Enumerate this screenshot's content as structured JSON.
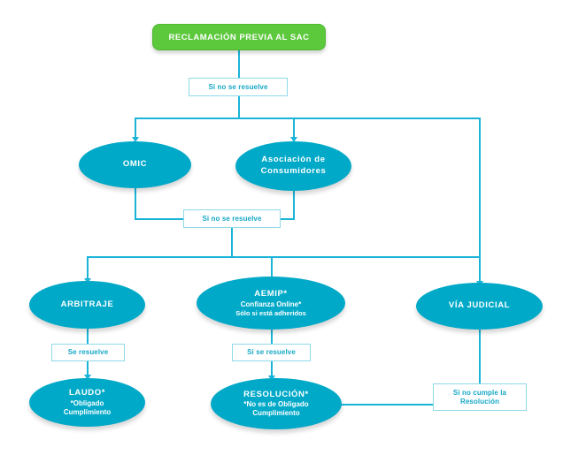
{
  "diagram": {
    "title_node": {
      "label": "RECLAMACIÓN  PREVIA AL SAC",
      "color": "#5cc83c"
    },
    "node_color": "#00a9c8",
    "connector_color": "#1ab4d8",
    "label_color": "#18a8c6",
    "nodes": [
      {
        "id": "omic",
        "label": "OMIC"
      },
      {
        "id": "asociacion",
        "line1": "Asociación de",
        "line2": "Consumidores"
      },
      {
        "id": "arbitraje",
        "label": "ARBITRAJE"
      },
      {
        "id": "aemip",
        "line1": "AEMIP*",
        "line2": "Confianza Online*",
        "line3": "Sólo si está adheridos"
      },
      {
        "id": "via-judicial",
        "label": "VÍA JUDICIAL"
      },
      {
        "id": "laudo",
        "line1": "LAUDO*",
        "line2": "*Obligado",
        "line3": "Cumplimiento"
      },
      {
        "id": "resolucion",
        "line1": "RESOLUCIÓN*",
        "line2": "*No es de Obligado",
        "line3": "Cumplimiento"
      }
    ],
    "edge_labels": [
      {
        "id": "no-resuelve-1",
        "text": "Si no se resuelve"
      },
      {
        "id": "no-resuelve-2",
        "text": "Si no se resuelve"
      },
      {
        "id": "se-resuelve",
        "text": "Se resuelve"
      },
      {
        "id": "si-se-resuelve",
        "text": "Si se resuelve"
      },
      {
        "id": "no-cumple",
        "line1": "Si no cumple la",
        "line2": "Resolución"
      }
    ]
  }
}
